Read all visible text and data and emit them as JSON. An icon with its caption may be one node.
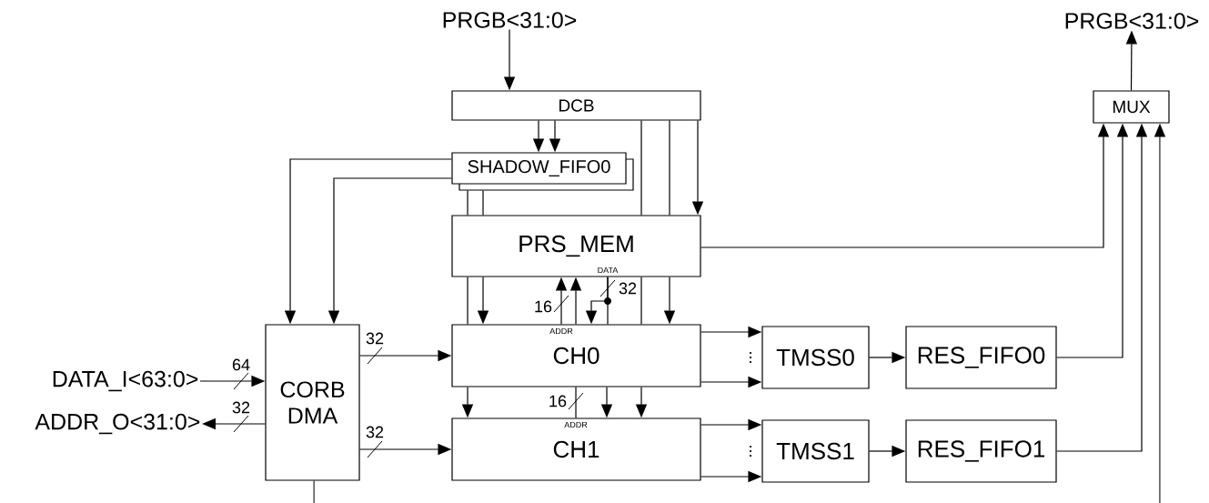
{
  "diagram": {
    "nodes": [
      {
        "text": [
          "PRGB<31:0>"
        ]
      },
      {
        "text": [
          "DCB"
        ]
      },
      {
        "text": [
          "SHADOW_FIFO0"
        ]
      },
      {
        "text": [
          "PRS_MEM"
        ]
      },
      {
        "text": [
          "CORB DMA"
        ]
      },
      {
        "text": [
          "CH0"
        ]
      },
      {
        "text": [
          "CH1"
        ]
      },
      {
        "text": [
          "TMSS0"
        ]
      },
      {
        "text": [
          "RES_FIFO0"
        ]
      },
      {
        "text": [
          "TMSS1"
        ]
      },
      {
        "text": [
          "RES_FIFO1"
        ]
      },
      {
        "text": [
          "MUX"
        ]
      },
      {
        "text": [
          "PRGB<31:0>"
        ]
      },
      {
        "text": [
          "DATA_I<63:0>"
        ]
      },
      {
        "text": [
          "ADDR_O<31:0>"
        ]
      }
    ],
    "edges": [
      {
        "from": 0,
        "to": 1,
        "arrow": "to"
      },
      {
        "from": 1,
        "to": 2,
        "arrow": "to"
      },
      {
        "from": 1,
        "to": 2,
        "arrow": "to"
      },
      {
        "from": 1,
        "to": 3,
        "arrow": "none"
      },
      {
        "from": 1,
        "to": 3,
        "arrow": "none"
      },
      {
        "from": 1,
        "to": 3,
        "arrow": "to"
      },
      {
        "from": 2,
        "to": 3,
        "arrow": "none"
      },
      {
        "from": 2,
        "to": 3,
        "arrow": "none"
      },
      {
        "from": 2,
        "to": 4,
        "arrow": "to"
      },
      {
        "from": 2,
        "to": 4,
        "arrow": "to"
      },
      {
        "from": 3,
        "to": 5,
        "arrow": "none"
      },
      {
        "from": 3,
        "to": 5,
        "arrow": "to"
      },
      {
        "from": 5,
        "to": 3,
        "arrow": "to",
        "label": "16"
      },
      {
        "from": 5,
        "to": 3,
        "arrow": "to"
      },
      {
        "from": 3,
        "to": 5,
        "arrow": "to",
        "label": "32"
      },
      {
        "from": 3,
        "to": 5,
        "arrow": "none"
      },
      {
        "from": 3,
        "to": 5,
        "arrow": "none"
      },
      {
        "from": 3,
        "to": 5,
        "arrow": "to"
      },
      {
        "from": 3,
        "to": 11,
        "arrow": "to"
      },
      {
        "from": 4,
        "to": 5,
        "arrow": "to",
        "label": "32"
      },
      {
        "from": 4,
        "to": 6,
        "arrow": "to",
        "label": "32"
      },
      {
        "from": 13,
        "to": 4,
        "arrow": "to",
        "label": "64"
      },
      {
        "from": 4,
        "to": 14,
        "arrow": "to",
        "label": "32"
      },
      {
        "from": 4,
        "to": null,
        "arrow": "none"
      },
      {
        "from": 5,
        "to": 6,
        "arrow": "to"
      },
      {
        "from": 5,
        "to": 6,
        "arrow": "none",
        "label": "16"
      },
      {
        "from": 5,
        "to": 6,
        "arrow": "to"
      },
      {
        "from": 5,
        "to": 6,
        "arrow": "to"
      },
      {
        "from": 5,
        "to": 7,
        "arrow": "to"
      },
      {
        "from": 5,
        "to": 7,
        "arrow": "to"
      },
      {
        "from": 6,
        "to": 9,
        "arrow": "to"
      },
      {
        "from": 6,
        "to": 9,
        "arrow": "to"
      },
      {
        "from": 7,
        "to": 8,
        "arrow": "to"
      },
      {
        "from": 9,
        "to": 10,
        "arrow": "to"
      },
      {
        "from": 8,
        "to": 11,
        "arrow": "to"
      },
      {
        "from": 10,
        "to": 11,
        "arrow": "to"
      },
      {
        "from": null,
        "to": 11,
        "arrow": "to"
      },
      {
        "from": 11,
        "to": 12,
        "arrow": "to"
      }
    ],
    "labels": [
      "DATA",
      "ADDR",
      "ADDR"
    ]
  }
}
